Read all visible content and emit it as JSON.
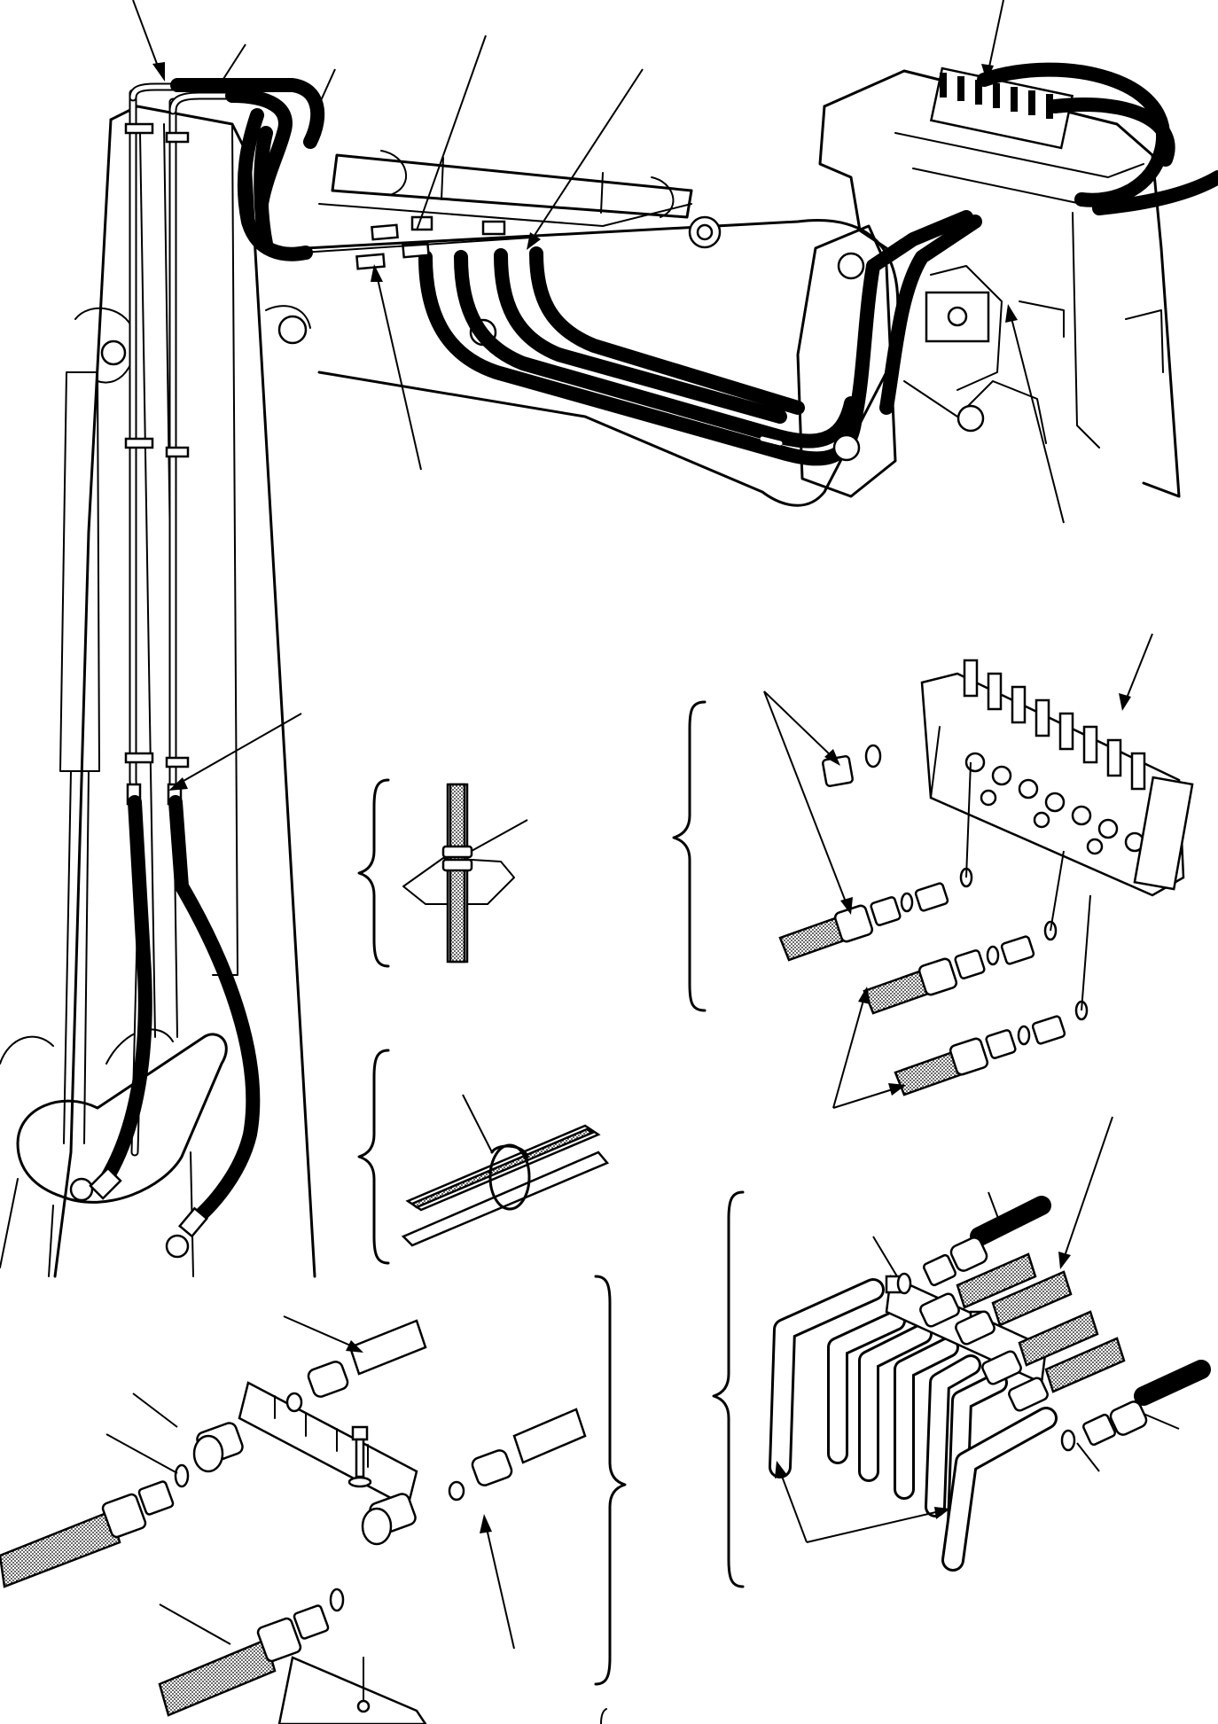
{
  "figure": {
    "reference_code": "",
    "ink_color": "#000000",
    "paper_color": "#ffffff",
    "views": [
      {
        "id": "main-view",
        "description_key": "boom-and-arm-piping"
      },
      {
        "id": "clamp-detail",
        "description_key": "pipe-clamp"
      },
      {
        "id": "band-detail",
        "description_key": "hose-band"
      },
      {
        "id": "valve-detail",
        "description_key": "control-valve"
      },
      {
        "id": "block-detail",
        "description_key": "pipe-block"
      },
      {
        "id": "manifold-detail",
        "description_key": "manifold"
      }
    ]
  },
  "icons": {
    "leader_arrow": "arrow-icon",
    "brace": "brace-icon"
  }
}
